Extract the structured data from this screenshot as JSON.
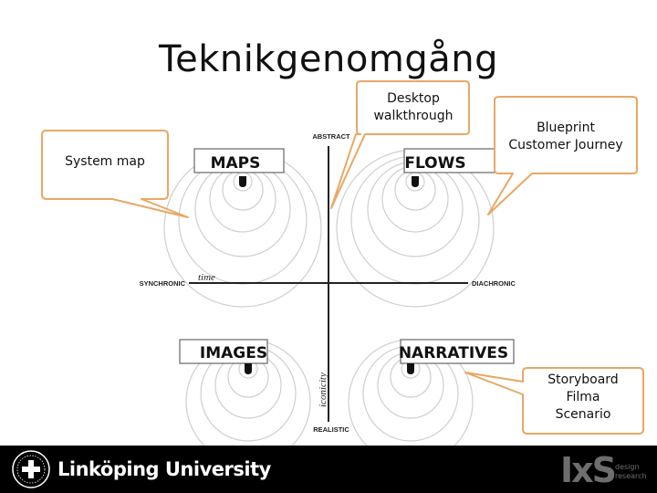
{
  "title": "Teknikgenomgång",
  "bubbles": {
    "desktop": [
      "Desktop",
      "walkthrough"
    ],
    "blueprint": [
      "Blueprint",
      "Customer Journey"
    ],
    "system_map": "System map",
    "storyboard": [
      "Storyboard",
      "Filma",
      "Scenario"
    ]
  },
  "diagram": {
    "axis_top": "ABSTRACT",
    "axis_bottom": "REALISTIC",
    "axis_left": "SYNCHRONIC",
    "axis_right": "DIACHRONIC",
    "label_time": "time",
    "label_iconicity": "iconicity",
    "quadrants": {
      "top_left": "MAPS",
      "top_right": "FLOWS",
      "bottom_left": "IMAGES",
      "bottom_right": "NARRATIVES"
    }
  },
  "footer": {
    "university": "Linköping University",
    "brand": "IxS",
    "brand_sub": [
      "design",
      "research"
    ]
  },
  "colors": {
    "bubble_border": "#e8a864",
    "circle_stroke": "#cfcfcf",
    "axis": "#222222",
    "footer_bg": "#000000",
    "brand": "#6e6e6e"
  }
}
